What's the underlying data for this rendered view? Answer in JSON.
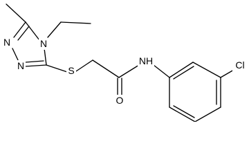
{
  "molecule": {
    "atoms": {
      "n_triazole_1": "N",
      "n_triazole_2": "N",
      "n_triazole_4": "N",
      "sulfur": "S",
      "oxygen": "O",
      "amide_nh": "NH",
      "chlorine": "Cl"
    }
  }
}
